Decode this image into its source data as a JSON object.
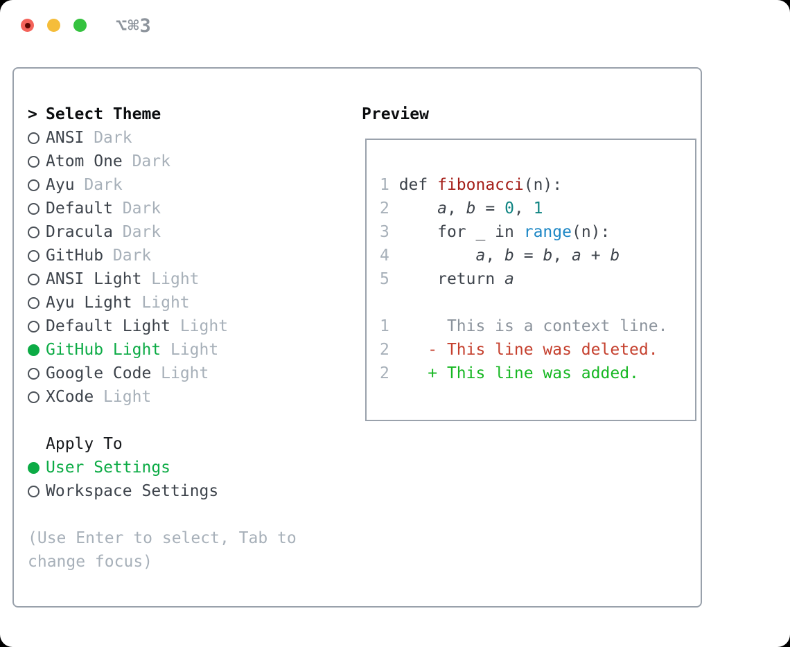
{
  "window": {
    "title": "⌥⌘3",
    "traffic_lights": [
      {
        "name": "close-button",
        "color": "#f4635a",
        "dot": "#5c0700"
      },
      {
        "name": "minimize-button",
        "color": "#f5bd3a"
      },
      {
        "name": "zoom-button",
        "color": "#35c23f"
      }
    ]
  },
  "theme_panel": {
    "header": {
      "prompt": ">",
      "label": "Select Theme"
    },
    "themes": [
      {
        "name": "ANSI",
        "variant": "Dark",
        "selected": false
      },
      {
        "name": "Atom One",
        "variant": "Dark",
        "selected": false
      },
      {
        "name": "Ayu",
        "variant": "Dark",
        "selected": false
      },
      {
        "name": "Default",
        "variant": "Dark",
        "selected": false
      },
      {
        "name": "Dracula",
        "variant": "Dark",
        "selected": false
      },
      {
        "name": "GitHub",
        "variant": "Dark",
        "selected": false
      },
      {
        "name": "ANSI Light",
        "variant": "Light",
        "selected": false
      },
      {
        "name": "Ayu Light",
        "variant": "Light",
        "selected": false
      },
      {
        "name": "Default Light",
        "variant": "Light",
        "selected": false
      },
      {
        "name": "GitHub Light",
        "variant": "Light",
        "selected": true
      },
      {
        "name": "Google Code",
        "variant": "Light",
        "selected": false
      },
      {
        "name": "XCode",
        "variant": "Light",
        "selected": false
      }
    ],
    "apply_to": {
      "label": "Apply To",
      "options": [
        {
          "label": "User Settings",
          "selected": true
        },
        {
          "label": "Workspace Settings",
          "selected": false
        }
      ]
    },
    "hint": "(Use Enter to select, Tab to change focus)"
  },
  "preview": {
    "title": "Preview",
    "lines": [
      {
        "segments": [
          [
            "1 ",
            "num"
          ],
          [
            "def ",
            "code"
          ],
          [
            "fibonacci",
            "func"
          ],
          [
            "(n):",
            "code"
          ]
        ]
      },
      {
        "segments": [
          [
            "2 ",
            "num"
          ],
          [
            "    ",
            "code"
          ],
          [
            "a",
            "var"
          ],
          [
            ", ",
            "code"
          ],
          [
            "b",
            "var"
          ],
          [
            " = ",
            "code"
          ],
          [
            "0",
            "lit"
          ],
          [
            ", ",
            "code"
          ],
          [
            "1",
            "lit"
          ]
        ]
      },
      {
        "segments": [
          [
            "3 ",
            "num"
          ],
          [
            "    for _ in ",
            "code"
          ],
          [
            "range",
            "builtin"
          ],
          [
            "(n):",
            "code"
          ]
        ]
      },
      {
        "segments": [
          [
            "4 ",
            "num"
          ],
          [
            "        ",
            "code"
          ],
          [
            "a",
            "var"
          ],
          [
            ", ",
            "code"
          ],
          [
            "b",
            "var"
          ],
          [
            " = ",
            "code"
          ],
          [
            "b",
            "var"
          ],
          [
            ", ",
            "code"
          ],
          [
            "a",
            "var"
          ],
          [
            " + ",
            "code"
          ],
          [
            "b",
            "var"
          ]
        ]
      },
      {
        "segments": [
          [
            "5 ",
            "num"
          ],
          [
            "    return ",
            "code"
          ],
          [
            "a",
            "var"
          ]
        ]
      },
      {
        "segments": []
      },
      {
        "segments": [
          [
            "1 ",
            "num"
          ],
          [
            "     This is a context line.",
            "ctx"
          ]
        ]
      },
      {
        "segments": [
          [
            "2 ",
            "num"
          ],
          [
            "   - This line was deleted.",
            "del"
          ]
        ]
      },
      {
        "segments": [
          [
            "2 ",
            "num"
          ],
          [
            "   + This line was added.",
            "add"
          ]
        ]
      }
    ]
  },
  "colors": {
    "accent_green": "#0cab45",
    "added_green": "#16b722",
    "deleted_red": "#c5402e",
    "function_red": "#a41e18",
    "builtin_blue": "#1d87c5",
    "literal_teal": "#0f8482",
    "text_dark": "#3d434b",
    "muted_gray": "#a7b0b9",
    "context_gray": "#8b939c",
    "border_gray": "#99a1ab",
    "titlebar_gray": "#8d949c",
    "traffic_red": "#f4635a",
    "traffic_yellow": "#f5bd3a",
    "traffic_green": "#35c23f"
  }
}
